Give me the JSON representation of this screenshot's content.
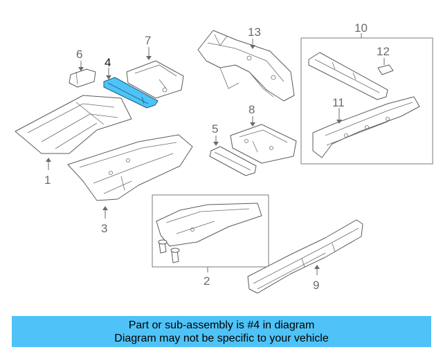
{
  "callouts": {
    "c1": "1",
    "c2": "2",
    "c3": "3",
    "c4": "4",
    "c5": "5",
    "c6": "6",
    "c7": "7",
    "c8": "8",
    "c9": "9",
    "c10": "10",
    "c11": "11",
    "c12": "12",
    "c13": "13"
  },
  "highlighted_part": "4",
  "colors": {
    "highlight": "#4fc3f7",
    "banner": "#4fc3f7",
    "line": "#5a5a5a"
  },
  "banner": {
    "line1": "Part or sub-assembly is #4 in diagram",
    "line2": "Diagram may not be specific to your vehicle"
  }
}
